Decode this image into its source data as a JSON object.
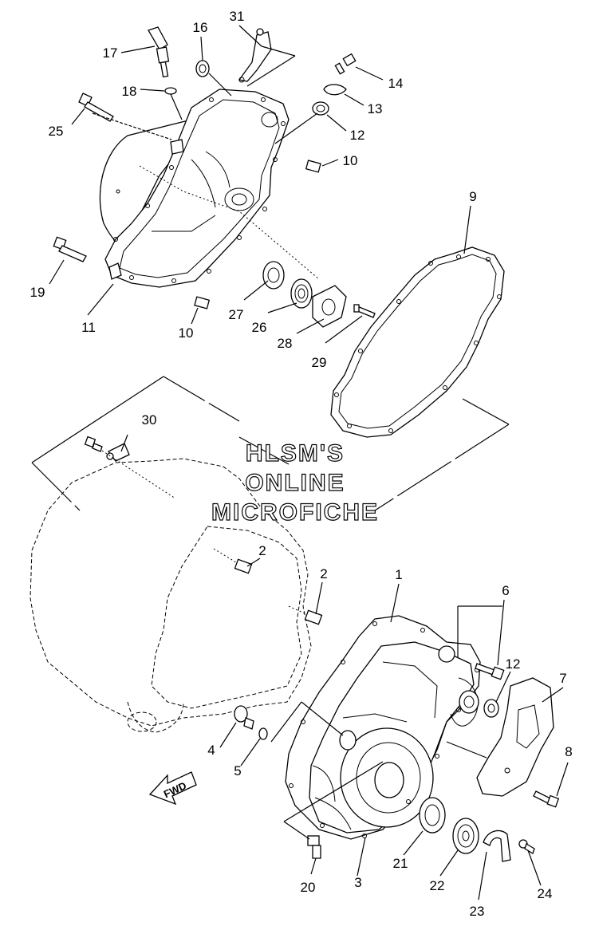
{
  "watermark": {
    "line1": "HLSM'S",
    "line2": "ONLINE",
    "line3": "MICROFICHE"
  },
  "fwd_arrow": {
    "label": "FWD"
  },
  "callouts": {
    "n1": "1",
    "n2a": "2",
    "n2b": "2",
    "n3": "3",
    "n4": "4",
    "n5": "5",
    "n6": "6",
    "n7": "7",
    "n8": "8",
    "n9": "9",
    "n10a": "10",
    "n10b": "10",
    "n11": "11",
    "n12a": "12",
    "n12b": "12",
    "n13": "13",
    "n14": "14",
    "n16": "16",
    "n17": "17",
    "n18": "18",
    "n19": "19",
    "n20": "20",
    "n21": "21",
    "n22": "22",
    "n23": "23",
    "n24": "24",
    "n25": "25",
    "n26": "26",
    "n27": "27",
    "n28": "28",
    "n29": "29",
    "n30": "30",
    "n31": "31"
  }
}
